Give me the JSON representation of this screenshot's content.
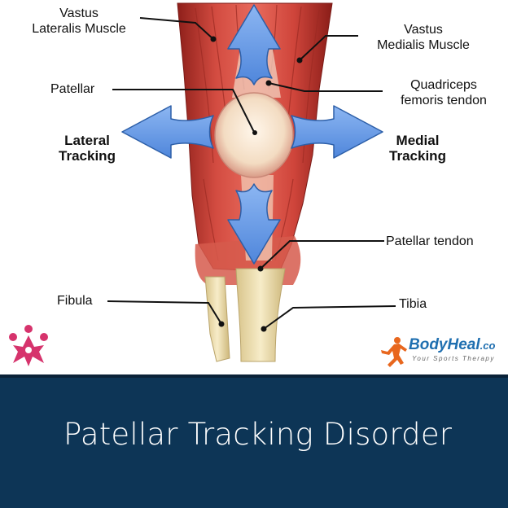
{
  "labels": {
    "vastus_lateralis": "Vastus\nLateralis Muscle",
    "vastus_medialis": "Vastus\nMedialis Muscle",
    "patellar": "Patellar",
    "quadriceps_tendon": "Quadriceps\nfemoris tendon",
    "lateral_tracking": "Lateral\nTracking",
    "medial_tracking": "Medial\nTracking",
    "patellar_tendon": "Patellar tendon",
    "fibula": "Fibula",
    "tibia": "Tibia"
  },
  "footer": {
    "title": "Patellar Tracking Disorder"
  },
  "brand": {
    "name": "BodyHeal",
    "name_suffix": ".co",
    "tagline": "Your Sports Therapy"
  },
  "colors": {
    "footer_bg": "#0d3556",
    "arrow_blue": "#6f9fe8",
    "muscle_red": "#c8423a",
    "patella_cream": "#f6e4cf",
    "bone_cream": "#efe0b0",
    "logo_pink": "#d6336c",
    "brand_blue": "#1f6fb0",
    "brand_orange": "#e8671e"
  },
  "icons": [
    "people-logo-icon",
    "runner-icon"
  ]
}
